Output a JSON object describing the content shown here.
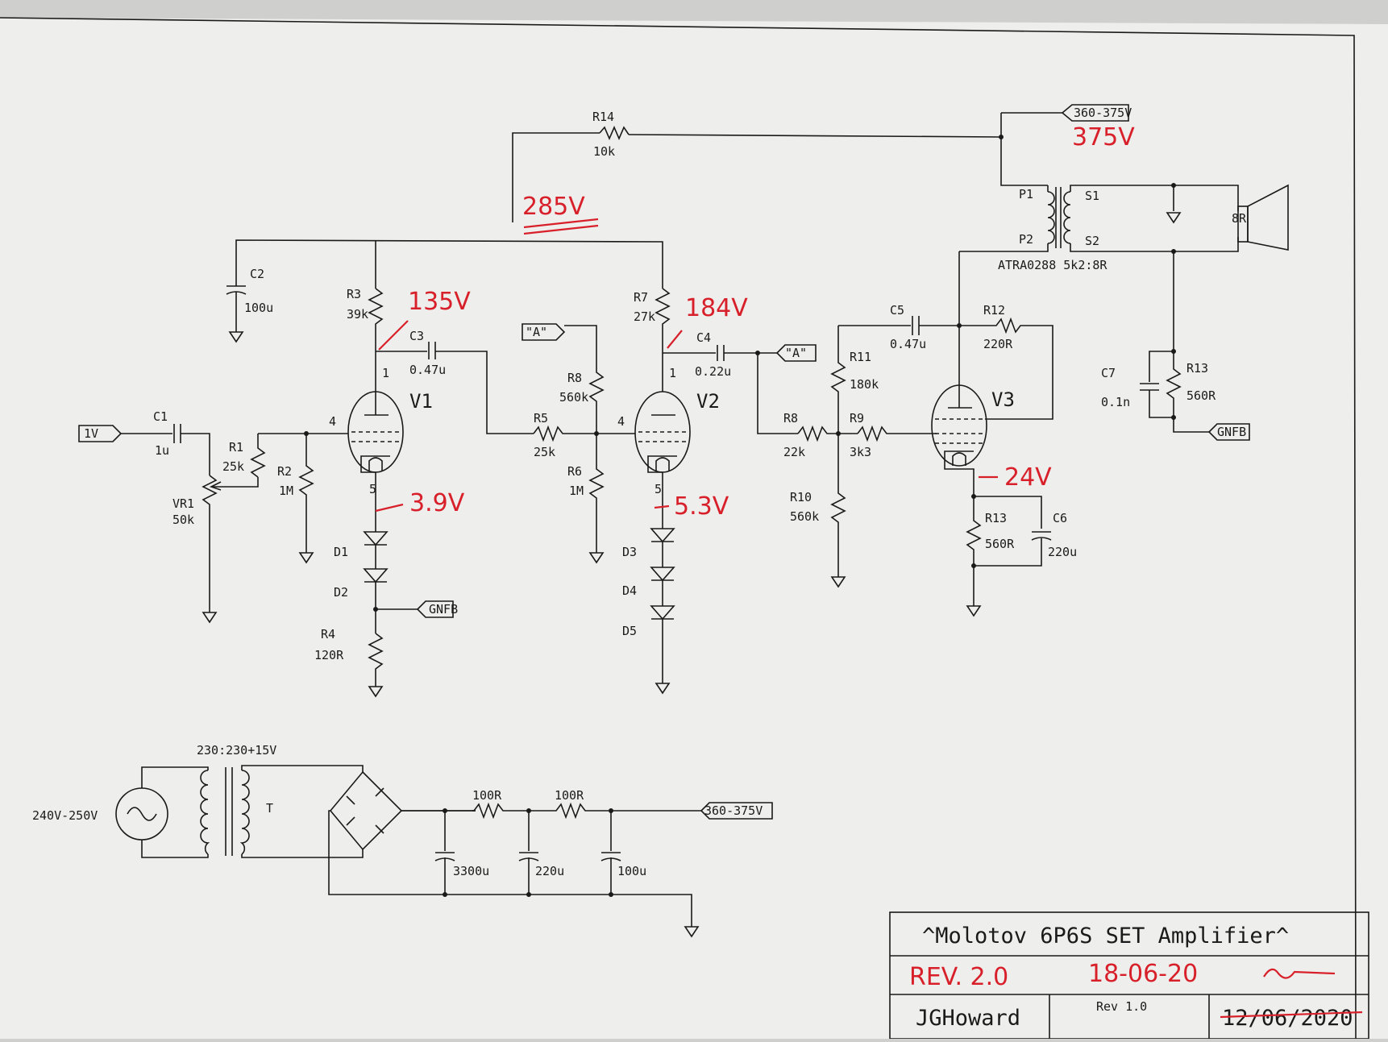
{
  "title_block": {
    "title": "^Molotov 6P6S SET Amplifier^",
    "rev_handwritten": "REV. 2.0",
    "date_handwritten": "18-06-20",
    "author": "JGHoward",
    "rev_printed": "Rev 1.0",
    "date_printed": "12/06/2020"
  },
  "net_labels": {
    "input": "1V",
    "supply_top": "360-375V",
    "a_left": "\"A\"",
    "a_right": "\"A\"",
    "gnfb_v1": "GNFB",
    "gnfb_out": "GNFB",
    "supply_psu": "360-375V"
  },
  "tubes": {
    "v1": "V1",
    "v2": "V2",
    "v3": "V3"
  },
  "pins": {
    "v1_anode": "1",
    "v1_grid": "4",
    "v1_cathode": "5",
    "v2_anode": "1",
    "v2_grid": "4",
    "v2_cathode": "5"
  },
  "components": {
    "r14_ref": "R14",
    "r14_val": "10k",
    "c2_ref": "C2",
    "c2_val": "100u",
    "r3_ref": "R3",
    "r3_val": "39k",
    "c3_ref": "C3",
    "c3_val": "0.47u",
    "r7_ref": "R7",
    "r7_val": "27k",
    "c4_ref": "C4",
    "c4_val": "0.22u",
    "c1_ref": "C1",
    "c1_val": "1u",
    "r1_ref": "R1",
    "r1_val": "25k",
    "r2_ref": "R2",
    "r2_val": "1M",
    "vr1_ref": "VR1",
    "vr1_val": "50k",
    "r8a_ref": "R8",
    "r8a_val": "560k",
    "r5_ref": "R5",
    "r5_val": "25k",
    "r6_ref": "R6",
    "r6_val": "1M",
    "d1": "D1",
    "d2": "D2",
    "d3": "D3",
    "d4": "D4",
    "d5": "D5",
    "r4_ref": "R4",
    "r4_val": "120R",
    "r8b_ref": "R8",
    "r8b_val": "22k",
    "r9_ref": "R9",
    "r9_val": "3k3",
    "r10_ref": "R10",
    "r10_val": "560k",
    "r11_ref": "R11",
    "r11_val": "180k",
    "c5_ref": "C5",
    "c5_val": "0.47u",
    "r12_ref": "R12",
    "r12_val": "220R",
    "r13a_ref": "R13",
    "r13a_val": "560R",
    "c6_ref": "C6",
    "c6_val": "220u",
    "c7_ref": "C7",
    "c7_val": "0.1n",
    "r13b_ref": "R13",
    "r13b_val": "560R",
    "p1": "P1",
    "p2": "P2",
    "s1": "S1",
    "s2": "S2",
    "speaker": "8R",
    "otx": "ATRA0288 5k2:8R"
  },
  "psu": {
    "mains": "240V-250V",
    "transformer": "230:230+15V",
    "t_ref": "T",
    "r_a": "100R",
    "r_b": "100R",
    "c_a": "3300u",
    "c_b": "220u",
    "c_c": "100u"
  },
  "annotations": {
    "supply": "375V",
    "node": "285V",
    "v1_anode": "135V",
    "v2_anode": "184V",
    "v1_cathode": "3.9V",
    "v2_cathode": "5.3V",
    "v3_cathode": "24V"
  }
}
